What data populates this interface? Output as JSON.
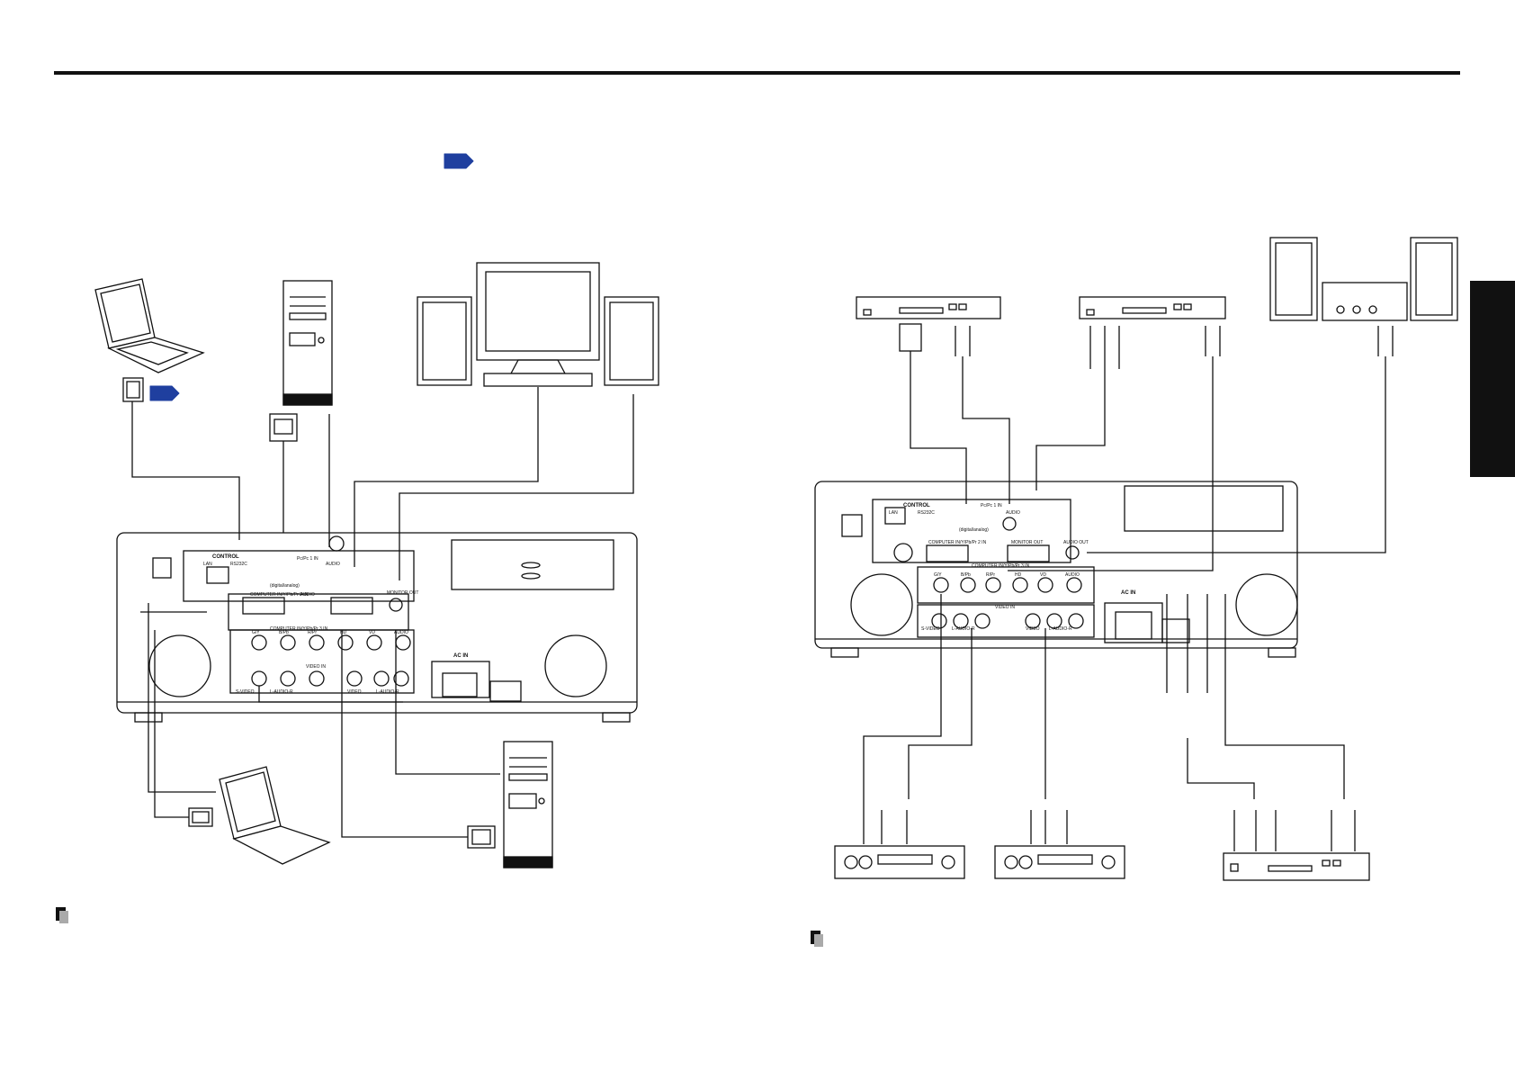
{
  "colors": {
    "ink": "#111111",
    "accent_blue": "#1f3f9f",
    "paper": "#ffffff"
  },
  "icons": [
    "blue-arrow-icon",
    "note-icon"
  ],
  "left_panel": {
    "ports": {
      "control": "CONTROL",
      "lan": "LAN",
      "rs232c": "RS232C",
      "dvi": "Pc/Pc 1 IN",
      "dvi_sub": "(digital/analog)",
      "audio": "AUDIO",
      "mic_out": "MONITOR OUT",
      "computer_in": "COMPUTER IN/Y/Pb/Pr 2 IN",
      "audio2": "AUDIO",
      "computer3": "COMPUTER IN/Y/Pb/Pr 3 IN",
      "gy": "G/Y",
      "bpb": "B/Pb",
      "rpr": "R/Pr",
      "hd": "HD",
      "vd": "VD",
      "audio3": "AUDIO",
      "video_in": "VIDEO IN",
      "svideo": "S-VIDEO",
      "lr": "L-AUDIO-R",
      "video": "VIDEO",
      "lr2": "L-AUDIO-R",
      "ac_in": "AC IN"
    }
  },
  "right_panel": {
    "ports": {
      "control": "CONTROL",
      "lan": "LAN",
      "rs232c": "RS232C",
      "dvi": "Pc/Pc 1 IN",
      "dvi_sub": "(digital/analog)",
      "audio": "AUDIO",
      "computer_in": "COMPUTER IN/Y/Pb/Pr 2 IN",
      "monitor_out": "MONITOR OUT",
      "audio_out": "AUDIO OUT",
      "computer3": "COMPUTER IN/Y/Pb/Pr 3 IN",
      "gy": "G/Y",
      "bpb": "B/Pb",
      "rpr": "R/Pr",
      "hd": "HD",
      "vd": "VD",
      "audio3": "AUDIO",
      "video_in": "VIDEO IN",
      "svideo": "S-VIDEO",
      "lr": "L-AUDIO-R",
      "video": "VIDEO",
      "lr2": "L-AUDIO-R",
      "ac_in": "AC IN"
    }
  }
}
